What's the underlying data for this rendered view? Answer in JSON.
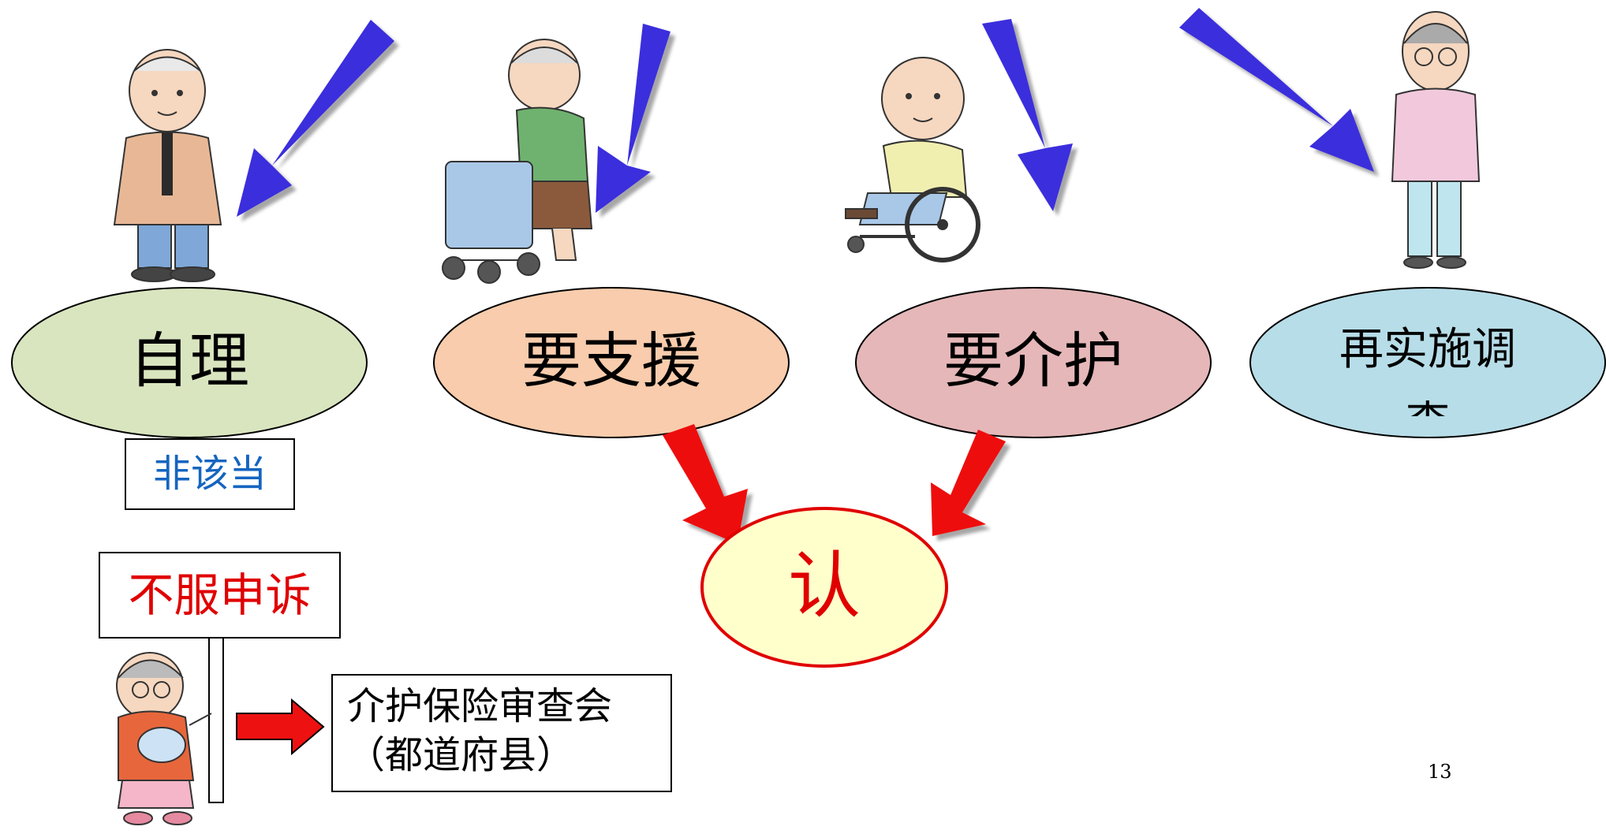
{
  "categories": [
    {
      "label": "自理",
      "fill": "#d9e5bf"
    },
    {
      "label": "要支援",
      "fill": "#f8ccac"
    },
    {
      "label": "要介护",
      "fill": "#e5b7b8"
    },
    {
      "label": "再实施调",
      "label_cut": "查",
      "fill": "#b7dde8"
    }
  ],
  "not_applicable": {
    "label": "非该当",
    "color": "#1565c0"
  },
  "certified": {
    "label": "认",
    "text_color": "#e00000",
    "fill": "#ffffcc",
    "stroke": "#e00000"
  },
  "appeal": {
    "label": "不服申诉",
    "color": "#e00000"
  },
  "review": {
    "line1": "介护保险审查会",
    "line2": "（都道府县）"
  },
  "page_number": "13",
  "colors": {
    "blue_arrow": "#3b2fdc",
    "red_arrow": "#ee1111"
  },
  "figures": [
    {
      "name": "elderly-man"
    },
    {
      "name": "elderly-woman-with-walker"
    },
    {
      "name": "elderly-man-in-wheelchair"
    },
    {
      "name": "elderly-woman-standing"
    },
    {
      "name": "elderly-woman-holding-sign"
    }
  ]
}
